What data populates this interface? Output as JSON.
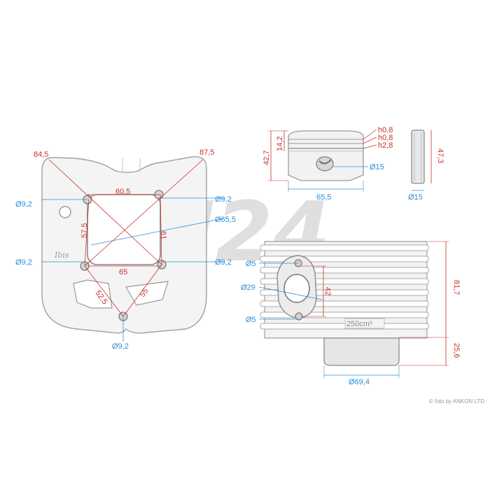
{
  "watermark": "M24",
  "credit": "© foto by ANKON LTD",
  "engraving": "250cm³",
  "colors": {
    "dimension_red": "#c8302a",
    "dimension_blue": "#2b8fd6",
    "part_grey": "#8a8a8a"
  },
  "head_plate": {
    "diag_left": "84,5",
    "diag_right": "87,5",
    "bore_width": "60,5",
    "bore_height_left": "57,5",
    "bore_height_right": "61",
    "bore_bottom": "65",
    "bore_diameter": "Ø65,5",
    "hole_top_left": "Ø9,2",
    "hole_top_right": "Ø9,2",
    "hole_bottom_left": "Ø9,2",
    "hole_bottom_right": "Ø9,2",
    "hole_bottom": "Ø9,2",
    "lower_left": "52,5",
    "lower_right": "55"
  },
  "piston": {
    "height": "42,7",
    "ring_zone": "14,2",
    "ring1": "h0,8",
    "ring2": "h0,8",
    "ring3": "h2,8",
    "pin_hole": "Ø15",
    "width": "65,5"
  },
  "pin": {
    "length": "47,3",
    "diameter": "Ø15"
  },
  "cylinder": {
    "height": "81,7",
    "skirt": "25,6",
    "skirt_diameter": "Ø69,4",
    "port_height": "42",
    "port_diameter": "Ø29",
    "stud_top": "Ø5",
    "stud_bottom": "Ø5"
  }
}
